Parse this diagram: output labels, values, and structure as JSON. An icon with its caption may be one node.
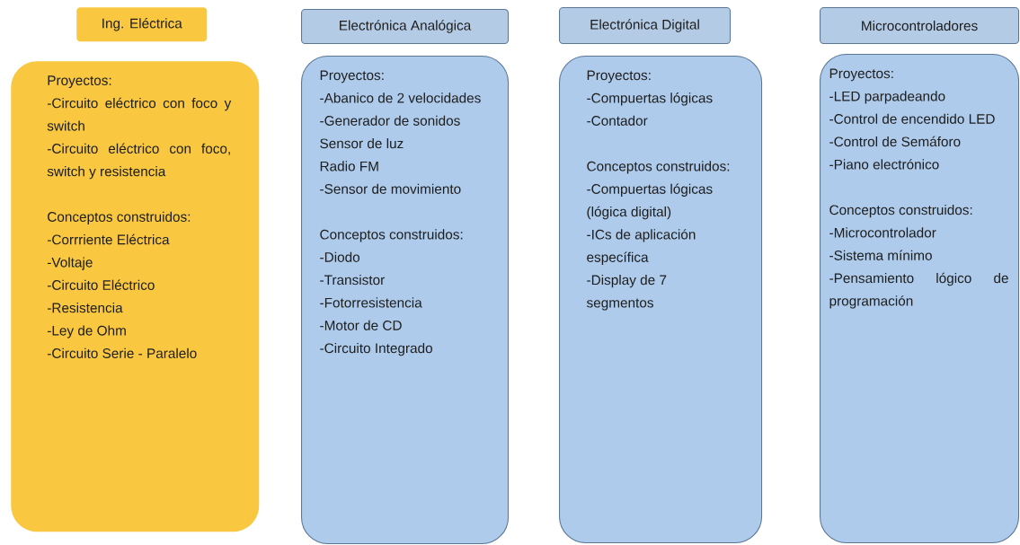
{
  "diagram": {
    "nodes": [
      {
        "text": [
          "Ing. Eléctrica"
        ]
      },
      {
        "text": [
          "Proyectos:",
          "-Circuito eléctrico con foco y switch",
          "-Circuito eléctrico con foco, switch y resistencia",
          "Conceptos construidos:",
          "-Corrriente Eléctrica",
          "-Voltaje",
          "-Circuito Eléctrico",
          "-Resistencia",
          "-Ley de Ohm",
          "-Circuito Serie - Paralelo"
        ]
      },
      {
        "text": [
          "Electrónica Analógica"
        ]
      },
      {
        "text": [
          "Proyectos:",
          "-Abanico de 2 velocidades",
          "-Generador de sonidos",
          "Sensor de luz",
          "Radio FM",
          "-Sensor de movimiento",
          "Conceptos construidos:",
          "-Diodo",
          "-Transistor",
          "-Fotorresistencia",
          "-Motor de CD",
          "-Circuito Integrado"
        ]
      },
      {
        "text": [
          "Electrónica Digital"
        ]
      },
      {
        "text": [
          "Proyectos:",
          "-Compuertas lógicas",
          "-Contador",
          "Conceptos construidos:",
          "-Compuertas lógicas (lógica digital)",
          "-ICs de aplicación específica",
          "-Display de 7 segmentos"
        ]
      },
      {
        "text": [
          "Microcontroladores"
        ]
      },
      {
        "text": [
          "Proyectos:",
          "-LED parpadeando",
          "-Control de encendido LED",
          "-Control de Semáforo",
          "-Piano electrónico",
          "Conceptos construidos:",
          "-Microcontrolador",
          "-Sistema mínimo",
          "-Pensamiento lógico de programación"
        ]
      }
    ],
    "edges": []
  }
}
